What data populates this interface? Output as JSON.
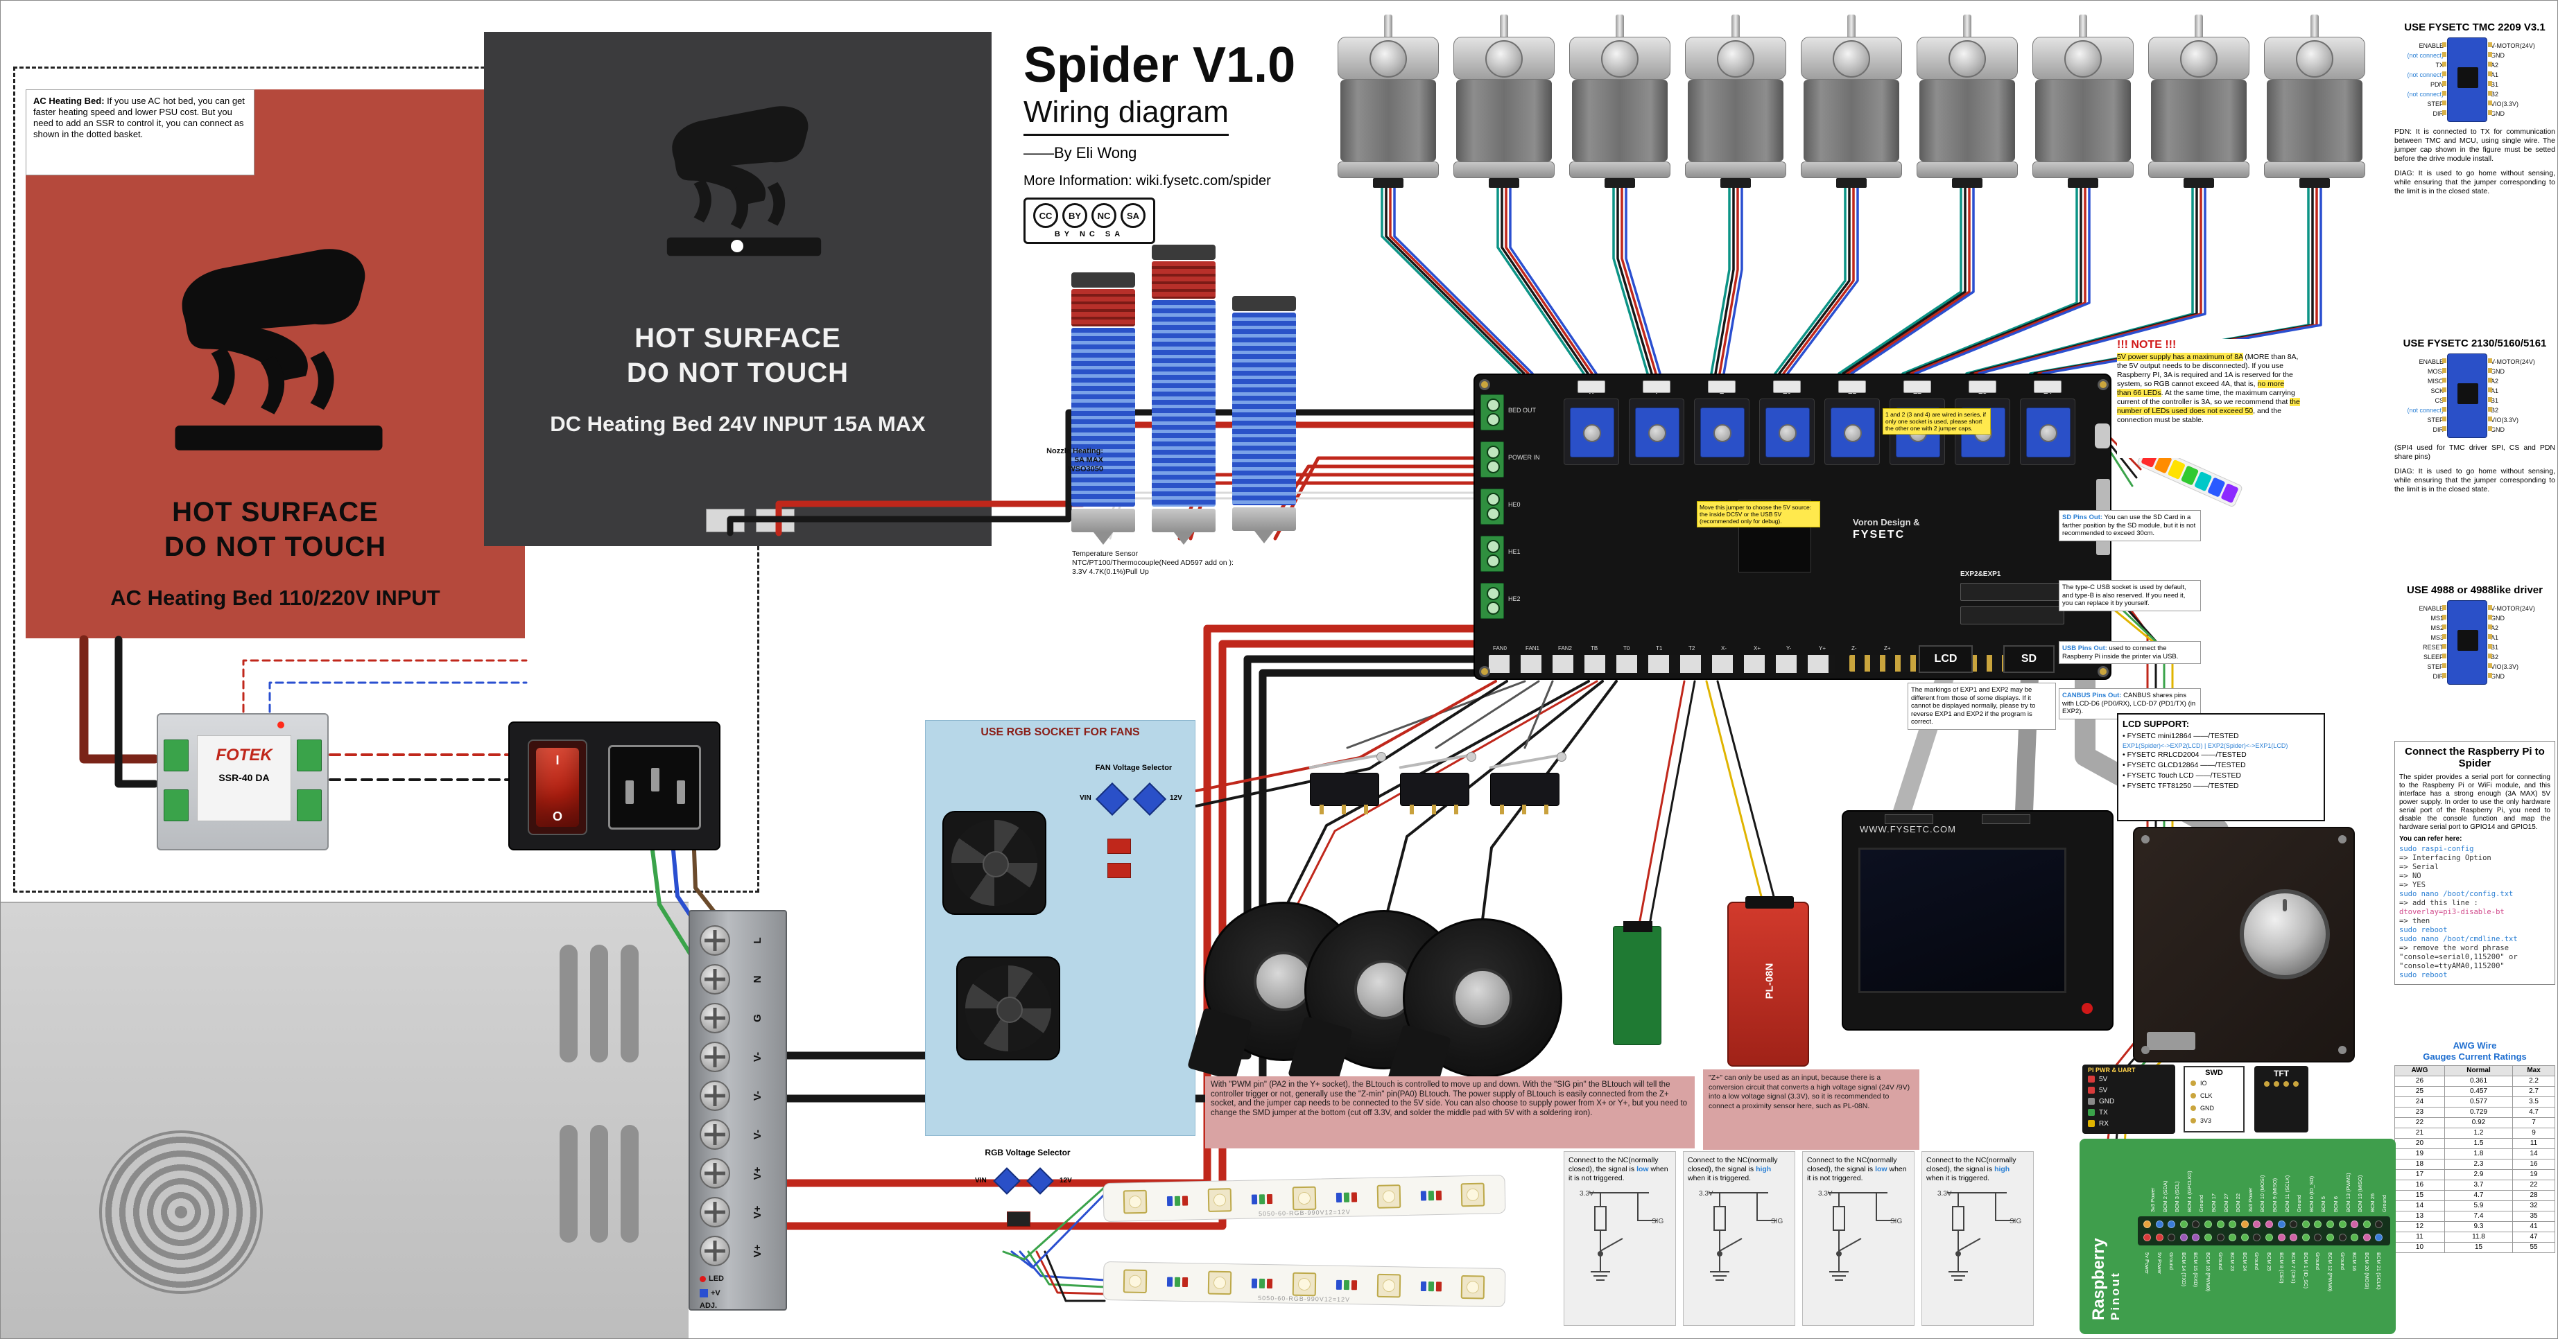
{
  "title_block": {
    "title": "Spider V1.0",
    "subtitle": "Wiring diagram",
    "author": "——By Eli Wong",
    "info": "More Information: wiki.fysetc.com/spider",
    "cc": [
      "CC",
      "BY",
      "NC",
      "SA"
    ],
    "cc_caption": "BY NC SA"
  },
  "ac_bed": {
    "note_title": "AC Heating Bed:",
    "note_body": " If you use AC hot bed, you can get faster heating speed and lower PSU cost. But you need to add an SSR to control it, you can connect as shown in the dotted basket.",
    "warn1": "HOT SURFACE",
    "warn2": "DO NOT TOUCH",
    "label": "AC Heating Bed 110/220V INPUT"
  },
  "dc_bed": {
    "warn1": "HOT SURFACE",
    "warn2": "DO NOT TOUCH",
    "label": "DC Heating Bed 24V INPUT  15A MAX"
  },
  "hotend": {
    "heater_label": "Nozzle Heating:\n5A MAX\nWSO3050",
    "sensor_label": "Temperature Sensor\nNTC/PT100/Thermocouple(Need AD597 add on ):\n3.3V 4.7K(0.1%)Pull Up"
  },
  "motors": {
    "count": 9
  },
  "board": {
    "brand1": "Voron Design &",
    "brand2": "FYSETC",
    "exp_label": "EXP2&EXP1",
    "lcd_tab": "LCD",
    "sd_tab": "SD",
    "left_labels": [
      "BED OUT",
      "POWER IN",
      "HE0",
      "HE1",
      "HE2"
    ],
    "driver_labels": [
      "X",
      "Y",
      "Z",
      "E0",
      "E1",
      "E2",
      "E3",
      "E4"
    ],
    "bottom_labels": [
      "FAN0",
      "FAN1",
      "FAN2",
      "TB",
      "T0",
      "T1",
      "T2",
      "X-",
      "X+",
      "Y-",
      "Y+",
      "Z-",
      "Z+"
    ],
    "yellow_note_a": "1 and 2 (3 and 4) are wired in series, if only one socket is used, please short the other one with 2 jumper caps.",
    "yellow_note_b": "Move this jumper to choose the 5V source: the inside DC5V or the USB 5V (recommended only for debug)."
  },
  "note_5v": {
    "title": "!!! NOTE !!!",
    "segments": [
      {
        "t": "5V power supply has a maximum of 8A",
        "hl": true
      },
      {
        "t": " (MORE than 8A, the 5V output needs to be disconnected). If you use Raspberry PI, 3A is required and 1A is reserved for the system, so RGB cannot exceed 4A, that is, ",
        "hl": false
      },
      {
        "t": "no more than 66 LEDs",
        "hl": true
      },
      {
        "t": ". At the same time, the maximum carrying current of the controller is 3A, so we recommend that ",
        "hl": false
      },
      {
        "t": "the number of LEDs used does not exceed 50",
        "hl": true
      },
      {
        "t": ", and the connection must be stable.",
        "hl": false
      }
    ]
  },
  "side_notes": [
    {
      "title": "SD Pins Out:",
      "body": " You can use the SD Card in a farther position by the SD module, but it is not recommended to exceed 30cm."
    },
    {
      "title": "",
      "body": "The type-C USB socket is used by default, and type-B is also reserved. If you need it, you can replace it by yourself."
    },
    {
      "title": "USB Pins Out:",
      "body": " used to connect the Raspberry Pi inside the printer via USB."
    },
    {
      "title": "CANBUS Pins Out:",
      "body": " CANBUS shares pins with LCD-D6 (PD0/RX), LCD-D7 (PD1/TX) (in EXP2)."
    },
    {
      "title": "",
      "body": "The markings of EXP1 and EXP2 may be different from those of some displays. If it cannot be displayed normally, please try to reverse EXP1 and EXP2 if the program is correct."
    }
  ],
  "lcd_support": {
    "title": "LCD SUPPORT:",
    "items": [
      {
        "name": "FYSETC mini12864",
        "status": "——/TESTED",
        "blue": false
      },
      {
        "name": "EXP1(Spider)<->EXP2(LCD) | EXP2(Spider)<->EXP1(LCD)",
        "status": "",
        "blue": true
      },
      {
        "name": "FYSETC RRLCD2004",
        "status": "——/TESTED",
        "blue": false
      },
      {
        "name": "FYSETC GLCD12864",
        "status": "——/TESTED",
        "blue": false
      },
      {
        "name": "FYSETC Touch LCD",
        "status": "——/TESTED",
        "blue": false
      },
      {
        "name": "FYSETC TFT81250",
        "status": "——/TESTED",
        "blue": false
      }
    ]
  },
  "driver_panels": [
    {
      "title": "USE FYSETC TMC 2209 V3.1",
      "left_pins": [
        "ENABLE",
        "(not connect)",
        "TX",
        "(not connect)",
        "PDN",
        "(not connect)",
        "STEP",
        "DIR"
      ],
      "right_pins": [
        "V-MOTOR(24V)",
        "GND",
        "A2",
        "A1",
        "B1",
        "B2",
        "VIO(3.3V)",
        "GND"
      ],
      "notes": [
        "PDN: It is connected to TX for communication between TMC and MCU, using single wire. The jumper cap shown in the figure must be setted before the drive module install.",
        "DIAG: It is used to go home without sensing, while ensuring that the jumper corresponding to the limit is in the closed state."
      ]
    },
    {
      "title": "USE FYSETC 2130/5160/5161",
      "left_pins": [
        "ENABLE",
        "MOSI",
        "MISO",
        "SCK",
        "CS",
        "(not connect)",
        "STEP",
        "DIR"
      ],
      "right_pins": [
        "V-MOTOR(24V)",
        "GND",
        "A2",
        "A1",
        "B1",
        "B2",
        "VIO(3.3V)",
        "GND"
      ],
      "notes": [
        "(SPI4 used for TMC driver SPI, CS and PDN share pins)",
        "DIAG: It is used to go home without sensing, while ensuring that the jumper corresponding to the limit is in the closed state."
      ]
    },
    {
      "title": "USE 4988 or 4988like driver",
      "left_pins": [
        "ENABLE",
        "MS1",
        "MS2",
        "MS3",
        "RESET",
        "SLEEP",
        "STEP",
        "DIR"
      ],
      "right_pins": [
        "V-MOTOR(24V)",
        "GND",
        "A2",
        "A1",
        "B1",
        "B2",
        "VIO(3.3V)",
        "GND"
      ],
      "notes": []
    }
  ],
  "rpi_connect": {
    "title": "Connect the Raspberry Pi to Spider",
    "body": "The spider provides a serial port for connecting to the Raspberry Pi or WiFi module, and this interface has a strong enough (3A MAX) 5V power supply. In order to use the only hardware serial port of the Raspberry Pi, you need to disable the console function and map the hardware serial port to GPIO14 and GPIO15.",
    "refer": "You can refer here:",
    "commands": [
      {
        "t": "sudo raspi-config",
        "c": "cmd"
      },
      {
        "t": "=> Interfacing Option",
        "c": "plain"
      },
      {
        "t": "=> Serial",
        "c": "plain"
      },
      {
        "t": "=> NO",
        "c": "plain"
      },
      {
        "t": "=> YES",
        "c": "plain"
      },
      {
        "t": "sudo nano /boot/config.txt",
        "c": "cmd"
      },
      {
        "t": "=> add this line :",
        "c": "plain"
      },
      {
        "t": "dtoverlay=pi3-disable-bt",
        "c": "pink"
      },
      {
        "t": "=> then",
        "c": "plain"
      },
      {
        "t": "sudo reboot",
        "c": "cmd"
      },
      {
        "t": "sudo nano /boot/cmdline.txt",
        "c": "cmd"
      },
      {
        "t": "=> remove the word phrase",
        "c": "plain"
      },
      {
        "t": "\"console=serial0,115200\" or",
        "c": "plain"
      },
      {
        "t": "\"console=ttyAMA0,115200\"",
        "c": "plain"
      },
      {
        "t": "sudo reboot",
        "c": "cmd"
      }
    ]
  },
  "awg": {
    "title": "AWG Wire",
    "title2": "Gauges Current Ratings",
    "headers": [
      "AWG",
      "Normal",
      "Max"
    ],
    "rows": [
      [
        "26",
        "0.361",
        "2.2"
      ],
      [
        "25",
        "0.457",
        "2.7"
      ],
      [
        "24",
        "0.577",
        "3.5"
      ],
      [
        "23",
        "0.729",
        "4.7"
      ],
      [
        "22",
        "0.92",
        "7"
      ],
      [
        "21",
        "1.2",
        "9"
      ],
      [
        "20",
        "1.5",
        "11"
      ],
      [
        "19",
        "1.8",
        "14"
      ],
      [
        "18",
        "2.3",
        "16"
      ],
      [
        "17",
        "2.9",
        "19"
      ],
      [
        "16",
        "3.7",
        "22"
      ],
      [
        "15",
        "4.7",
        "28"
      ],
      [
        "14",
        "5.9",
        "32"
      ],
      [
        "13",
        "7.4",
        "35"
      ],
      [
        "12",
        "9.3",
        "41"
      ],
      [
        "11",
        "11.8",
        "47"
      ],
      [
        "10",
        "15",
        "55"
      ]
    ]
  },
  "fan_panel": {
    "title": "USE RGB SOCKET FOR FANS",
    "selector": "FAN Voltage Selector",
    "vin": "VIN",
    "v12": "12V"
  },
  "rgb_panel": {
    "title": "RGB Voltage Selector",
    "vin": "VIN",
    "v12": "12V"
  },
  "led_strip": {
    "label": "5050-60-RGB-990V12=12V"
  },
  "bltouch_note": "With \"PWM pin\" (PA2 in the Y+ socket), the BLtouch is controlled to move up and down. With the \"SIG pin\" the BLtouch will tell the controller trigger or not, generally use the \"Z-min\" pin(PA0) BLtouch. The power supply of BLtouch is easily connected from the Z+ socket, and the jumper cap needs to be connected to the 5V side. You can also choose to supply power from X+ or Y+, but you need to change the SMD jumper at the bottom (cut off 3.3V, and solder the middle pad with 5V with a soldering iron).",
  "zplus_note": "\"Z+\" can only be used as an input, because there is a conversion circuit that converts a high voltage signal (24V /9V) into a low voltage signal (3.3V), so it is recommended to connect a proximity sensor here, such as PL-08N.",
  "endstop_notes": [
    {
      "pre": "Connect to the NC(normally closed), the signal is ",
      "word": "low",
      "post": " when it is not triggered."
    },
    {
      "pre": "Connect to the NC(normally closed), the signal is ",
      "word": "high",
      "post": " when it is triggered."
    },
    {
      "pre": "Connect to the NC(normally closed), the signal is ",
      "word": "low",
      "post": " when it is not triggered."
    },
    {
      "pre": "Connect to the NC(normally closed), the signal is ",
      "word": "high",
      "post": " when it is triggered."
    }
  ],
  "psu": {
    "terminals": [
      "L",
      "N",
      "G",
      "V-",
      "V-",
      "V-",
      "V+",
      "V+",
      "V+"
    ],
    "led": "LED",
    "plusv": "+V",
    "adj": "ADJ."
  },
  "ssr": {
    "brand": "FOTEK",
    "model": "SSR-40 DA"
  },
  "power_switch": {
    "on": "I",
    "off": "O"
  },
  "lcd_module": {
    "brand": "WWW.FYSETC.COM"
  },
  "sensors": {
    "proximity_label": "PL-08N"
  },
  "pi_pwr": {
    "label": "PI PWR & UART",
    "pins": [
      "5V",
      "5V",
      "GND",
      "TX",
      "RX"
    ],
    "swd_label": "SWD",
    "swd_pins": [
      "IO",
      "CLK",
      "GND",
      "3V3"
    ],
    "tft_label": "TFT"
  },
  "rpi_pinout": {
    "title1": "Raspberry",
    "title2": "Pinout",
    "top_row": [
      "3v3 Power",
      "BCM 2 (SDA)",
      "BCM 3 (SCL)",
      "BCM 4 (GPCLK0)",
      "Ground",
      "BCM 17",
      "BCM 27",
      "BCM 22",
      "3v3 Power",
      "BCM 10 (MOSI)",
      "BCM 9 (MISO)",
      "BCM 11 (SCLK)",
      "Ground",
      "BCM 0 (ID_SD)",
      "BCM 5",
      "BCM 6",
      "BCM 13 (PWM1)",
      "BCM 19 (MISO)",
      "BCM 26",
      "Ground"
    ],
    "bottom_row": [
      "5v Power",
      "5v Power",
      "Ground",
      "BCM 14 (TXD)",
      "BCM 15 (RXD)",
      "BCM 18 (PWM0)",
      "Ground",
      "BCM 23",
      "BCM 24",
      "Ground",
      "BCM 25",
      "BCM 8 (CE0)",
      "BCM 7 (CE1)",
      "BCM 1 (ID_SC)",
      "Ground",
      "BCM 12 (PWM0)",
      "Ground",
      "BCM 16",
      "BCM 20 (MOSI)",
      "BCM 21 (SCLK)"
    ]
  },
  "rgb_strip_colors": [
    "#ff2a2a",
    "#ff8c00",
    "#ffe100",
    "#31c931",
    "#00c8c8",
    "#2a5aff",
    "#8c2aff"
  ]
}
